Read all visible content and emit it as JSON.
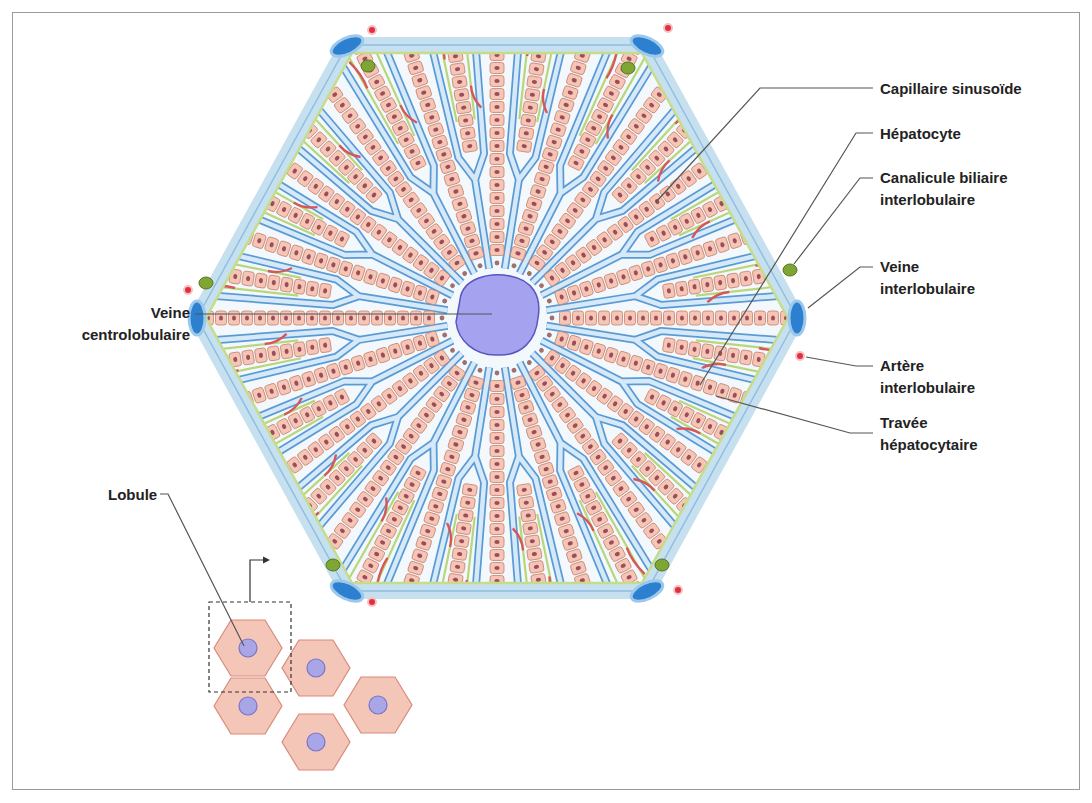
{
  "diagram": {
    "labels": [
      "Capillaire sinusoïde",
      "Hépatocyte",
      "Canalicule biliaire interlobulaire",
      "Veine interlobulaire",
      "Artère interlobulaire",
      "Travée hépatocytaire",
      "Veine centrolobulaire",
      "Lobule"
    ]
  }
}
